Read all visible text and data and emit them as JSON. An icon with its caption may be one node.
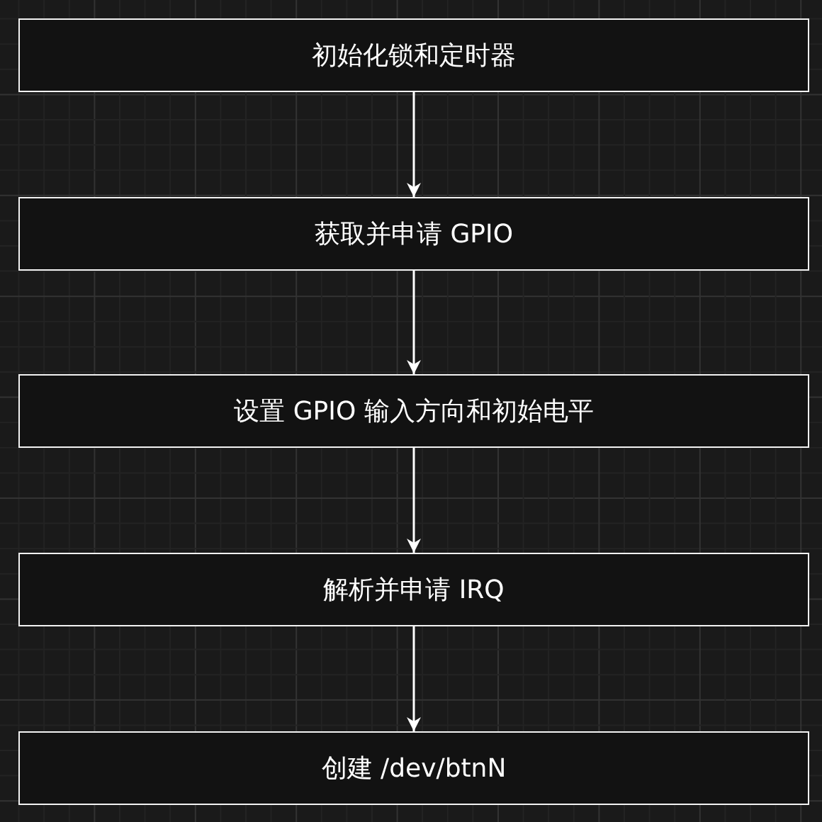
{
  "diagram": {
    "nodes": [
      {
        "text": [
          "初始化锁和定时器"
        ]
      },
      {
        "text": [
          "获取并申请 GPIO"
        ]
      },
      {
        "text": [
          "设置 GPIO 输入方向和初始电平"
        ]
      },
      {
        "text": [
          "解析并申请 IRQ"
        ]
      },
      {
        "text": [
          "创建 /dev/btnN"
        ]
      }
    ],
    "edges": [
      {
        "from": 0,
        "to": 1,
        "arrow": "to"
      },
      {
        "from": 1,
        "to": 2,
        "arrow": "to"
      },
      {
        "from": 2,
        "to": 3,
        "arrow": "to"
      },
      {
        "from": 3,
        "to": 4,
        "arrow": "to"
      }
    ]
  }
}
